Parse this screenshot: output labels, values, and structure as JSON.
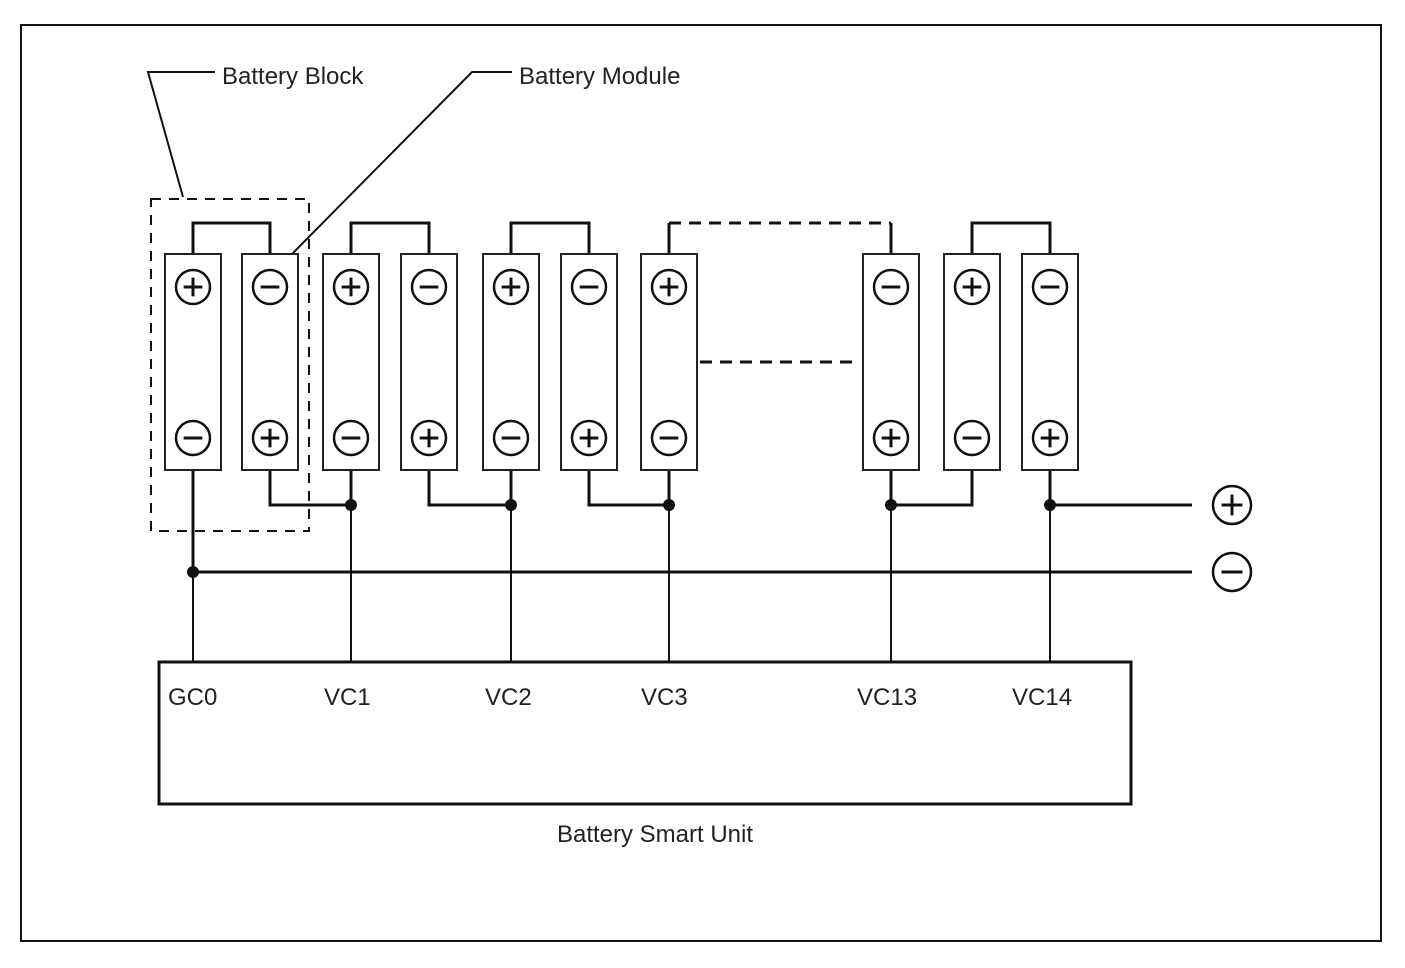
{
  "labels": {
    "battery_block": "Battery Block",
    "battery_module": "Battery Module",
    "smart_unit": "Battery Smart Unit"
  },
  "pins": [
    "GC0",
    "VC1",
    "VC2",
    "VC3",
    "VC13",
    "VC14"
  ],
  "cells": [
    {
      "top": "+",
      "bottom": "-"
    },
    {
      "top": "-",
      "bottom": "+"
    },
    {
      "top": "+",
      "bottom": "-"
    },
    {
      "top": "-",
      "bottom": "+"
    },
    {
      "top": "+",
      "bottom": "-"
    },
    {
      "top": "-",
      "bottom": "+"
    },
    {
      "top": "+",
      "bottom": "-"
    },
    {
      "top": "-",
      "bottom": "+"
    },
    {
      "top": "+",
      "bottom": "-"
    },
    {
      "top": "-",
      "bottom": "+"
    }
  ],
  "outputs": [
    {
      "polarity": "+"
    },
    {
      "polarity": "-"
    }
  ]
}
